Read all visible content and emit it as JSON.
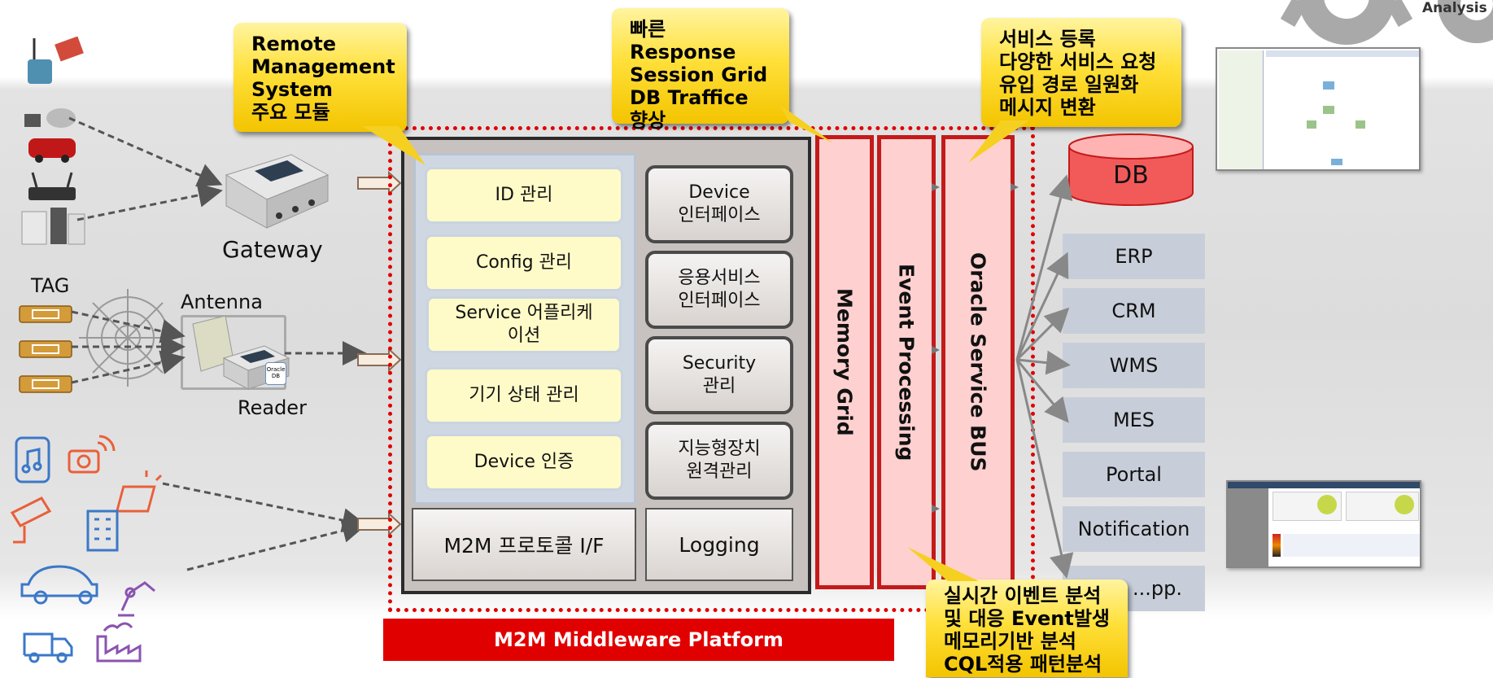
{
  "callouts": {
    "rms": "Remote\nManagement\nSystem\n주요 모듈",
    "session": "빠른 Response\nSession Grid\nDB Traffice\n향상",
    "service": "서비스 등록\n다양한 서비스 요청\n유입 경로 일원화\n메시지 변환",
    "event": "실시간 이벤트 분석\n및 대응 Event발생\n메모리기반 분석\nCQL적용 패턴분석"
  },
  "corner": {
    "label": "Analysis"
  },
  "devices": {
    "gateway_label": "Gateway",
    "tag_label": "TAG",
    "antenna_label": "Antenna",
    "reader_label": "Reader",
    "reader_db": "Oracle\nDB"
  },
  "modules": {
    "left": [
      "ID 관리",
      "Config 관리",
      "Service 어플리케\n이션",
      "기기 상태 관리",
      "Device 인증"
    ],
    "right": [
      "Device\n인터페이스",
      "응용서비스\n인터페이스",
      "Security\n관리",
      "지능형장치\n원격관리"
    ],
    "protocol": "M2M 프로토콜 I/F",
    "logging": "Logging"
  },
  "bars": {
    "memory_grid": "Memory Grid",
    "event_processing": "Event Processing",
    "service_bus": "Oracle Service BUS"
  },
  "platform_label": "M2M Middleware Platform",
  "db_label": "DB",
  "systems": [
    "ERP",
    "CRM",
    "WMS",
    "MES",
    "Portal",
    "Notification",
    "...pp."
  ],
  "colors": {
    "callout_yellow": "#ffe03a",
    "platform_red": "#e00000",
    "bar_pink": "#ffd0d0",
    "bar_border": "#c41a1a",
    "module_yellow": "#fffbc8",
    "system_blue": "#c8ced9"
  }
}
